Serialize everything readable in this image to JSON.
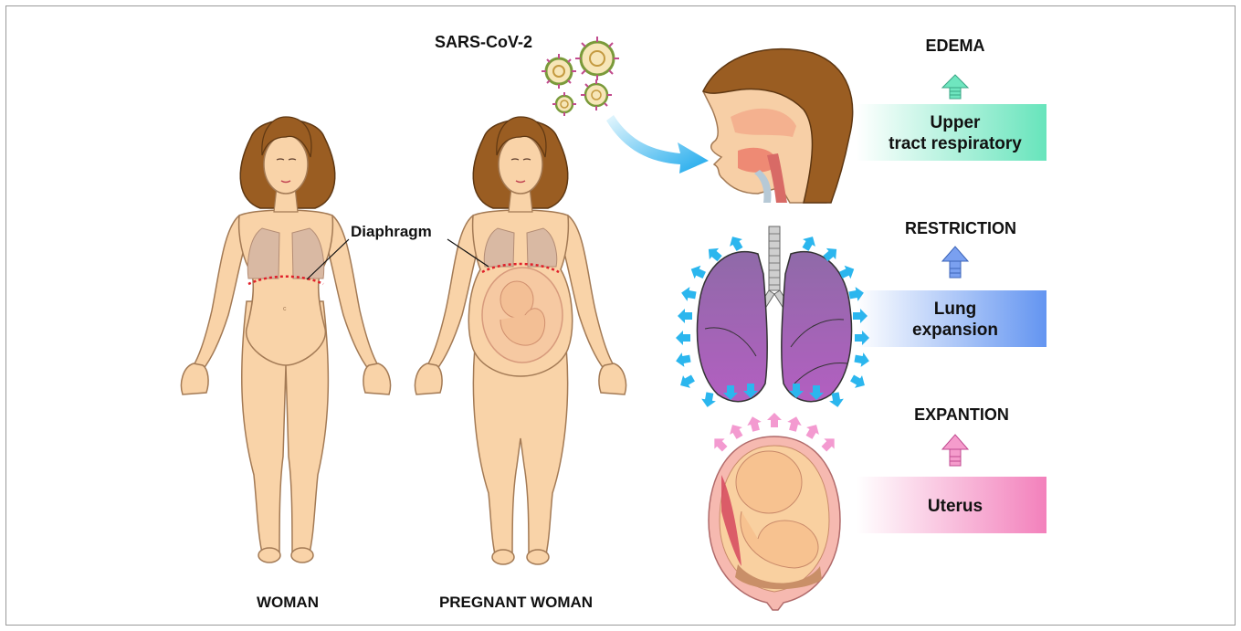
{
  "labels": {
    "virus": "SARS-CoV-2",
    "diaphragm": "Diaphragm",
    "woman": "WOMAN",
    "pregnant_woman": "PREGNANT WOMAN"
  },
  "effects": [
    {
      "heading": "EDEMA",
      "box_line1": "Upper",
      "box_line2": "tract respiratory",
      "color": "#5fe3b8"
    },
    {
      "heading": "RESTRICTION",
      "box_line1": "Lung",
      "box_line2": "expansion",
      "color": "#5b8ff0"
    },
    {
      "heading": "EXPANTION",
      "box_line1": "Uterus",
      "box_line2": "",
      "color": "#f27ab8"
    }
  ],
  "colors": {
    "skin": "#f9d3a8",
    "skin_outline": "#a37a55",
    "hair": "#9a5d22",
    "lung": "#a56aa6",
    "diaphragm_line": "#e0202a",
    "arrow_cyan": "#2bb6ee",
    "arrow_pink": "#f39ad0"
  }
}
